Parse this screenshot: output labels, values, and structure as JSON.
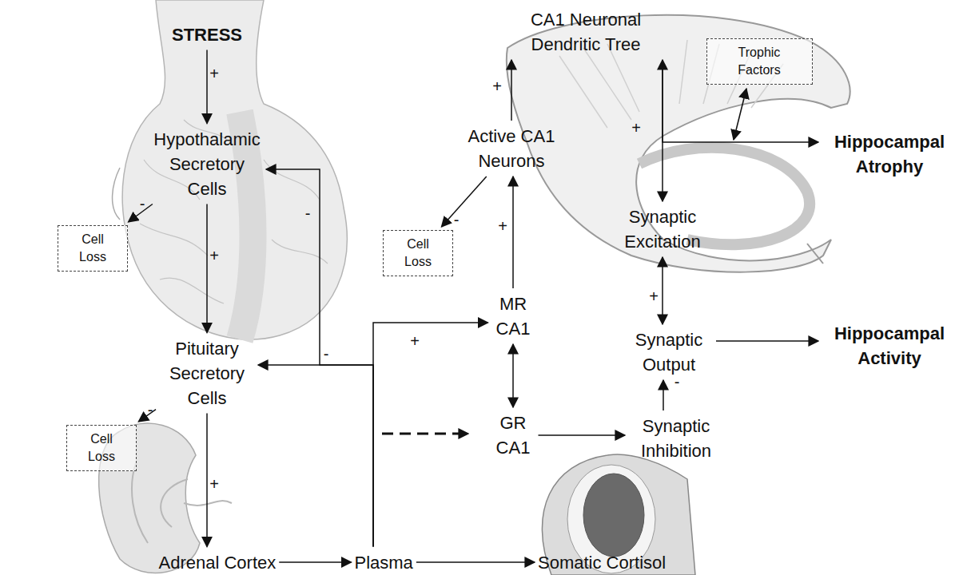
{
  "diagram": {
    "nodes": [
      {
        "text": [
          "STRESS"
        ]
      },
      {
        "text": [
          "CA1 Neuronal Dendritic Tree"
        ]
      },
      {
        "text": [
          "Trophic Factors"
        ]
      },
      {
        "text": [
          "Hypothalamic Secretory Cells"
        ]
      },
      {
        "text": [
          "Active CA1 Neurons"
        ]
      },
      {
        "text": [
          "Hippocampal Atrophy"
        ]
      },
      {
        "text": [
          "Cell Loss"
        ]
      },
      {
        "text": [
          "Cell Loss"
        ]
      },
      {
        "text": [
          "Synaptic Excitation"
        ]
      },
      {
        "text": [
          "MR CA1"
        ]
      },
      {
        "text": [
          "Pituitary Secretory Cells"
        ]
      },
      {
        "text": [
          "Synaptic Output"
        ]
      },
      {
        "text": [
          "Hippocampal Activity"
        ]
      },
      {
        "text": [
          "Cell Loss"
        ]
      },
      {
        "text": [
          "GR CA1"
        ]
      },
      {
        "text": [
          "Synaptic Inhibition"
        ]
      },
      {
        "text": [
          "Adrenal Cortex"
        ]
      },
      {
        "text": [
          "Plasma"
        ]
      },
      {
        "text": [
          "Somatic Cortisol"
        ]
      }
    ],
    "edges": [
      {
        "from": 0,
        "to": 3,
        "label": "+",
        "arrow": "to"
      },
      {
        "from": 3,
        "to": 6,
        "label": "-",
        "arrow": "to"
      },
      {
        "from": 3,
        "to": 10,
        "label": "+",
        "arrow": "to"
      },
      {
        "from": 10,
        "to": 13,
        "label": "-",
        "arrow": "to"
      },
      {
        "from": 10,
        "to": 16,
        "label": "+",
        "arrow": "to"
      },
      {
        "from": 16,
        "to": 17,
        "arrow": "to"
      },
      {
        "from": 17,
        "to": 18,
        "arrow": "to"
      },
      {
        "from": 17,
        "to": 9,
        "label": "+",
        "arrow": "to"
      },
      {
        "from": 17,
        "to": 10,
        "label": "-",
        "arrow": "to"
      },
      {
        "from": 17,
        "to": 3,
        "label": "-",
        "arrow": "to"
      },
      {
        "from": 9,
        "to": 4,
        "label": "+",
        "arrow": "to"
      },
      {
        "from": 4,
        "to": 1,
        "label": "+",
        "arrow": "to"
      },
      {
        "from": 4,
        "to": 7,
        "label": "-",
        "arrow": "to"
      },
      {
        "from": 1,
        "to": 8,
        "label": "+",
        "arrow": "both"
      },
      {
        "from": 1,
        "to": 5,
        "arrow": "to"
      },
      {
        "from": 9,
        "to": 14,
        "arrow": "both"
      },
      {
        "from": 14,
        "to": 15,
        "arrow": "to"
      },
      {
        "from": 8,
        "to": 11,
        "label": "+",
        "arrow": "both"
      },
      {
        "from": 15,
        "to": 11,
        "label": "-",
        "arrow": "to"
      },
      {
        "from": 11,
        "to": 12,
        "arrow": "to"
      }
    ]
  }
}
